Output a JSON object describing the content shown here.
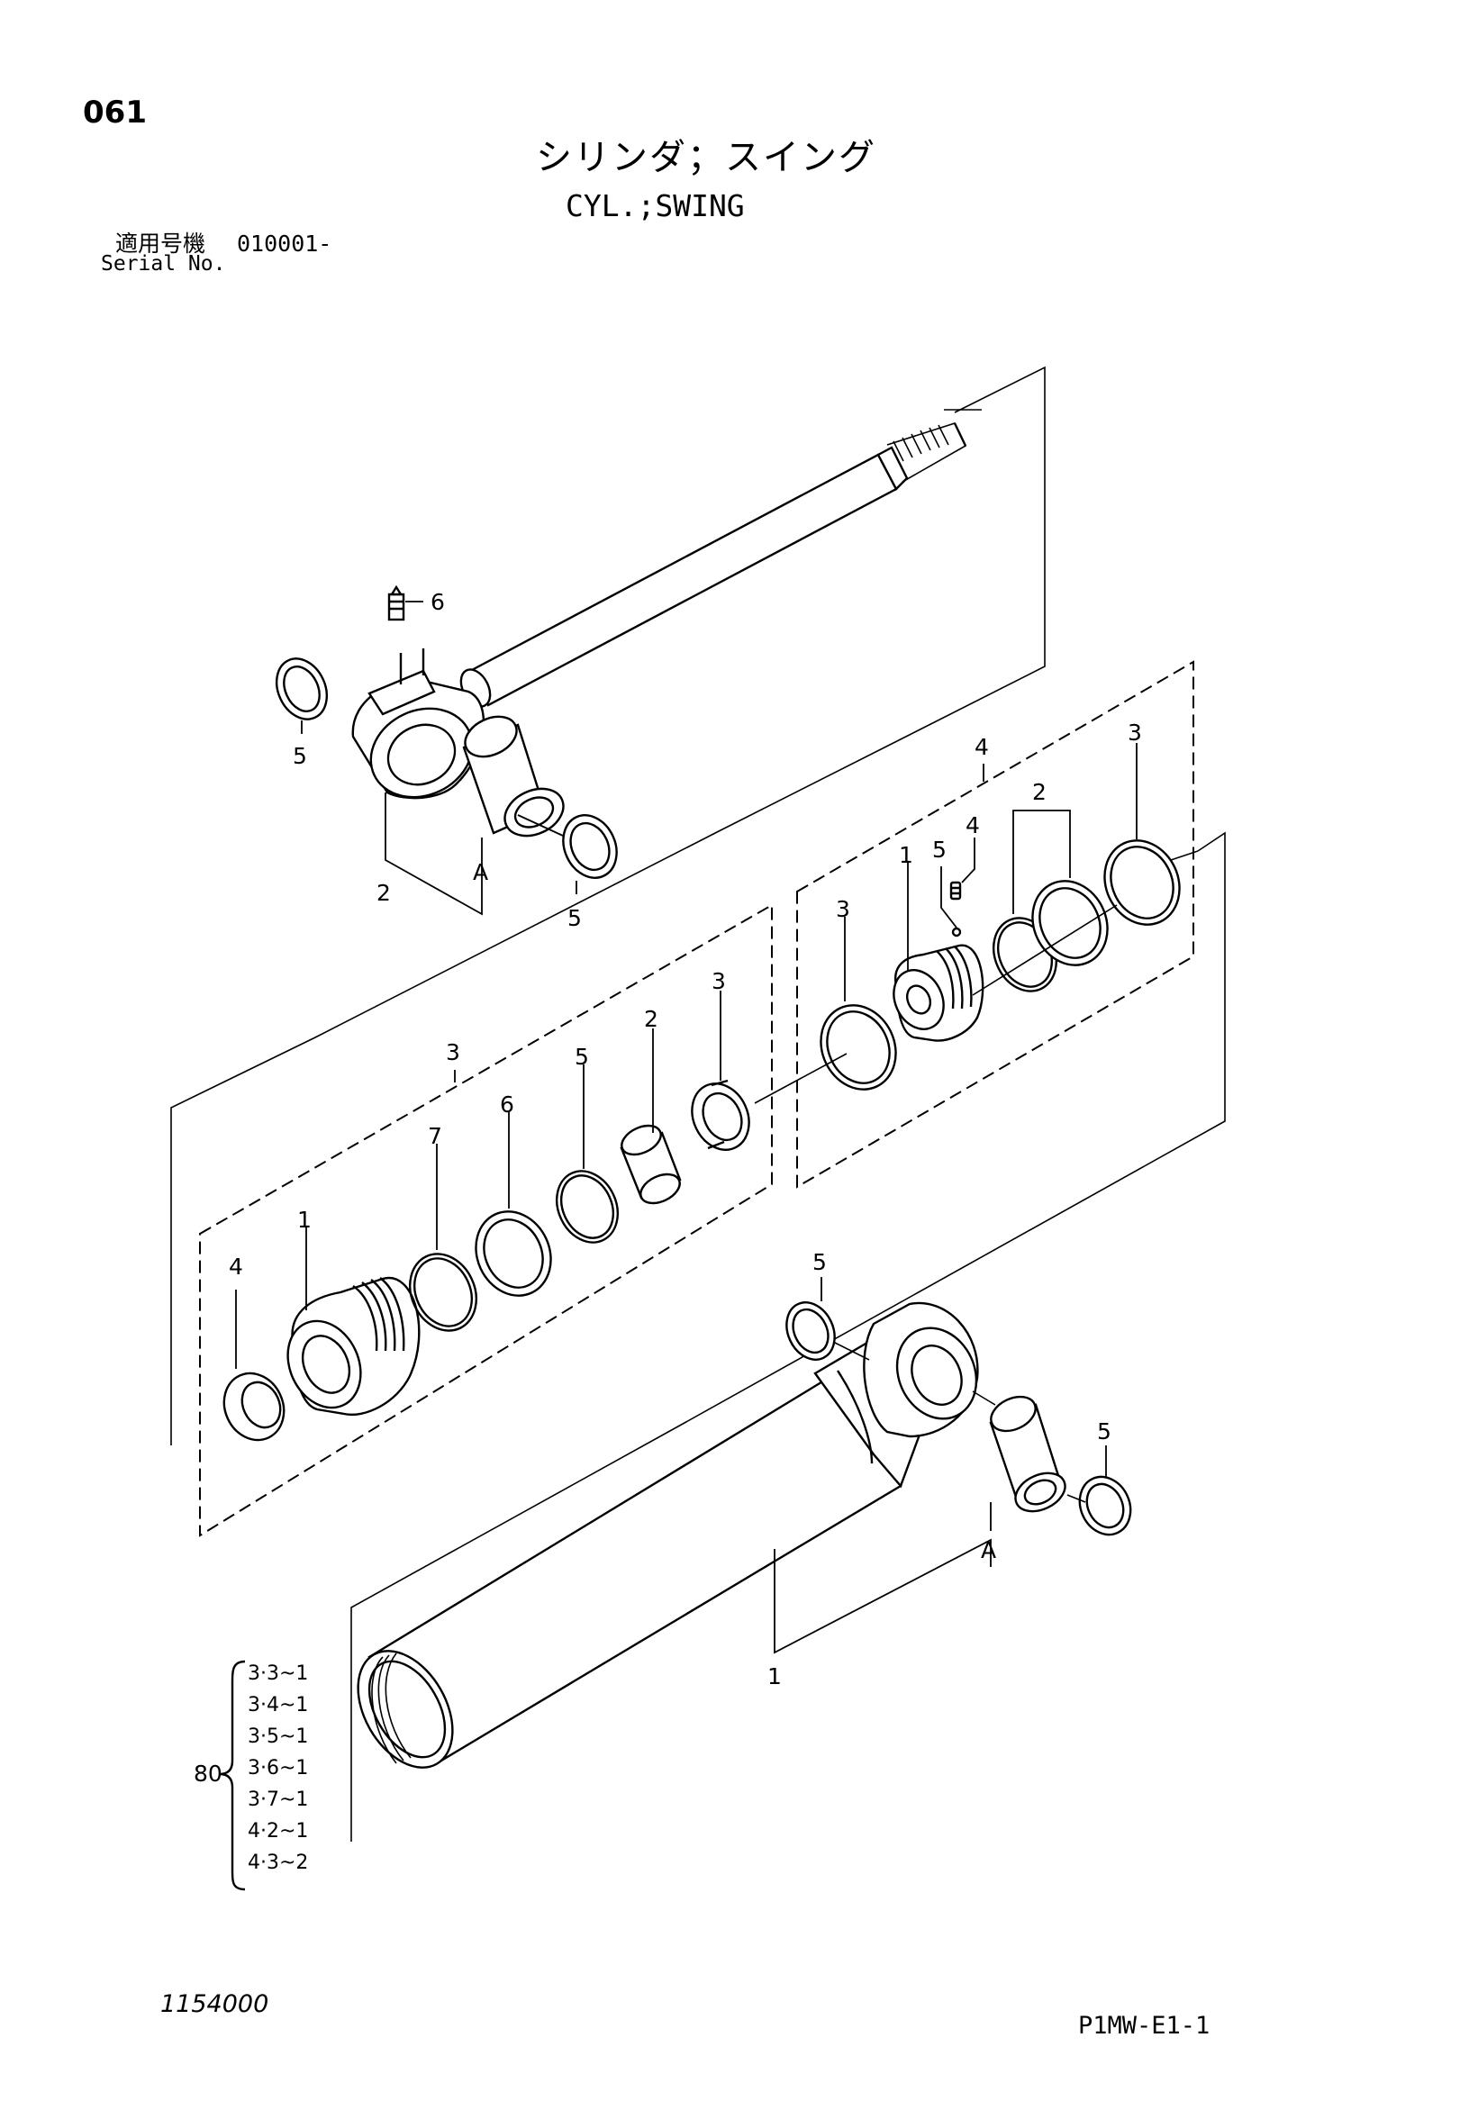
{
  "page": {
    "number": "061",
    "title_jp": "シリンダ；スイング",
    "title_en": "CYL.;SWING",
    "serial_label_jp": "適用号機",
    "serial_range": "010001-",
    "serial_label_en": "Serial No.",
    "doc_number": "1154000",
    "page_code": "P1MW-E1-1"
  },
  "diagram": {
    "callouts": {
      "rod_grease_fitting": "6",
      "rod_snap_ring": "5",
      "rod_bushing_ring": "5",
      "rod_eye": "2",
      "rod_bushing": "A",
      "head_group": "3",
      "head_body": "1",
      "head_dust_seal": "4",
      "head_backup_ring": "7",
      "head_seal_ring": "6",
      "head_o_ring": "5",
      "head_bushing": "2",
      "head_rod_seal": "3",
      "piston_group": "4",
      "piston_body": "1",
      "piston_set_screw": "4",
      "piston_steel_ball": "5",
      "piston_wear_ring": "3",
      "piston_seal": "2",
      "piston_slide_ring": "3",
      "tube_snap_ring_top": "5",
      "tube_snap_ring_side": "5",
      "tube_bushing": "A",
      "tube": "1"
    },
    "reference_group": {
      "number": "80",
      "pages": [
        "3·3~1",
        "3·4~1",
        "3·5~1",
        "3·6~1",
        "3·7~1",
        "4·2~1",
        "4·3~2"
      ]
    }
  }
}
